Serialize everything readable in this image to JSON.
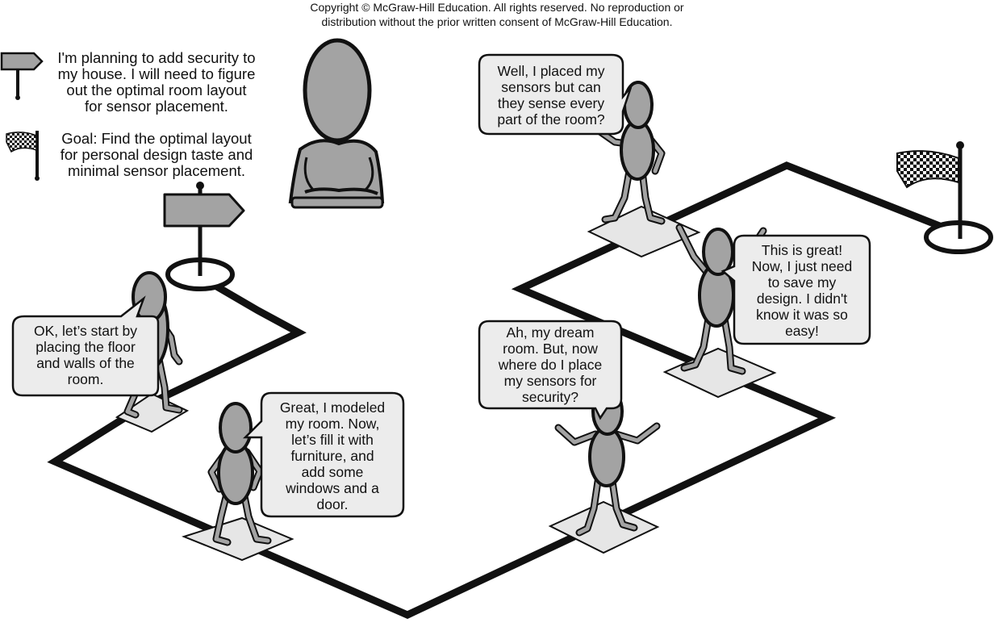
{
  "copyright": {
    "line1": "Copyright © McGraw-Hill Education. All rights reserved. No reproduction or",
    "line2": "distribution without the prior written consent of McGraw-Hill Education."
  },
  "legend": {
    "start": {
      "icon": "signpost-icon",
      "lines": [
        "I'm planning to add security to",
        "my house. I will need to figure",
        "out the optimal room layout",
        "for sensor placement."
      ]
    },
    "goal": {
      "icon": "checkered-flag-icon",
      "lines": [
        "Goal: Find the optimal layout",
        "for personal design taste and",
        "minimal sensor placement."
      ]
    }
  },
  "steps": [
    {
      "name": "step-1",
      "lines": [
        "OK, let’s start by",
        "placing the floor",
        "and walls of the",
        "room."
      ]
    },
    {
      "name": "step-2",
      "lines": [
        "Great, I modeled",
        "my room. Now,",
        "let’s fill it with",
        "furniture, and",
        "add some",
        "windows and a",
        "door."
      ]
    },
    {
      "name": "step-3",
      "lines": [
        "Ah, my dream",
        "room. But, now",
        "where do I place",
        "my sensors for",
        "security?"
      ]
    },
    {
      "name": "step-4",
      "lines": [
        "Well, I placed my",
        "sensors but can",
        "they sense every",
        "part of the room?"
      ]
    },
    {
      "name": "step-5",
      "lines": [
        "This is great!",
        "Now, I just need",
        "to save my",
        "design. I didn't",
        "know it was so",
        "easy!"
      ]
    }
  ],
  "colors": {
    "figure_fill": "#a3a3a3",
    "outline": "#1a1a1a",
    "bubble_fill": "#ececec",
    "tile_fill": "#e6e6e6",
    "path": "#111111"
  }
}
